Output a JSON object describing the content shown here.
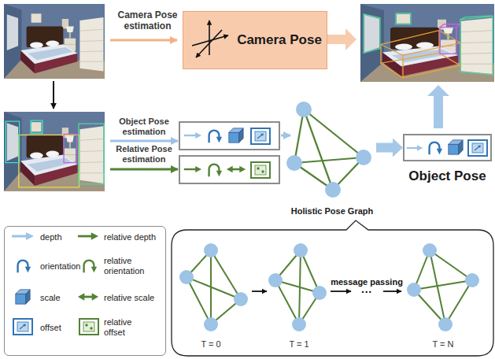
{
  "diagram": {
    "nodes": [
      {
        "text": [
          "Camera Pose"
        ]
      },
      {
        "text": [
          "Holistic Pose Graph"
        ]
      },
      {
        "text": [
          "Object Pose"
        ]
      },
      {
        "text": [
          "T = 0",
          "T = 1",
          "message passing",
          "···",
          "T = N"
        ]
      }
    ],
    "edges": [
      {
        "from": 1,
        "to": 2,
        "arrow": "to"
      }
    ],
    "labels": [
      "Camera Pose estimation",
      "Object Pose estimation",
      "Relative Pose estimation"
    ],
    "legend": [
      {
        "text": "depth"
      },
      {
        "text": "relative depth"
      },
      {
        "text": "orientation"
      },
      {
        "text": "relative orientation"
      },
      {
        "text": "scale"
      },
      {
        "text": "relative scale"
      },
      {
        "text": "offset"
      },
      {
        "text": "relative offset"
      }
    ]
  }
}
